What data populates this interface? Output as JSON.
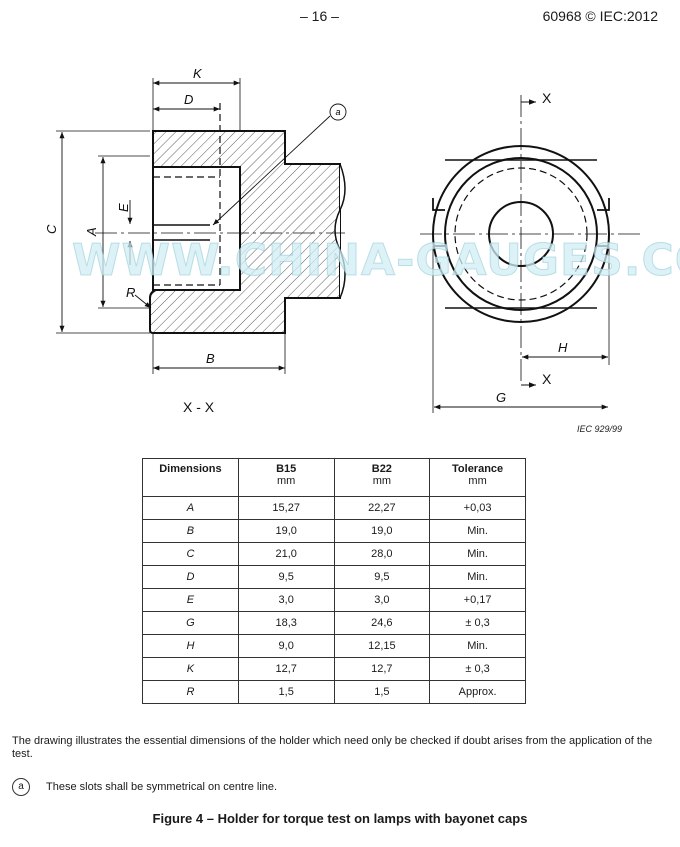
{
  "header": {
    "page_number": "– 16 –",
    "standard": "60968 © IEC:2012"
  },
  "drawing": {
    "labels": {
      "K": "K",
      "D": "D",
      "C": "C",
      "A": "A",
      "E": "E",
      "R": "R",
      "B": "B",
      "H": "H",
      "G": "G",
      "X": "X"
    },
    "note_marker": "a",
    "section_label": "X - X",
    "iec_ref": "IEC   929/99",
    "watermark": "WWW.CHINA-GAUGES.COM"
  },
  "table": {
    "headers": [
      {
        "title": "Dimensions",
        "unit": ""
      },
      {
        "title": "B15",
        "unit": "mm"
      },
      {
        "title": "B22",
        "unit": "mm"
      },
      {
        "title": "Tolerance",
        "unit": "mm"
      }
    ],
    "rows": [
      [
        "A",
        "15,27",
        "22,27",
        "+0,03"
      ],
      [
        "B",
        "19,0",
        "19,0",
        "Min."
      ],
      [
        "C",
        "21,0",
        "28,0",
        "Min."
      ],
      [
        "D",
        "9,5",
        "9,5",
        "Min."
      ],
      [
        "E",
        "3,0",
        "3,0",
        "+0,17"
      ],
      [
        "G",
        "18,3",
        "24,6",
        "±  0,3"
      ],
      [
        "H",
        "9,0",
        "12,15",
        "Min."
      ],
      [
        "K",
        "12,7",
        "12,7",
        "±  0,3"
      ],
      [
        "R",
        "1,5",
        "1,5",
        "Approx."
      ]
    ]
  },
  "note": "The drawing illustrates the essential dimensions of the holder which need only be checked if doubt arises from the application of the test.",
  "footnote": {
    "marker": "a",
    "text": "These slots shall be symmetrical on centre line."
  },
  "caption": "Figure 4 – Holder for torque test on lamps with bayonet caps"
}
